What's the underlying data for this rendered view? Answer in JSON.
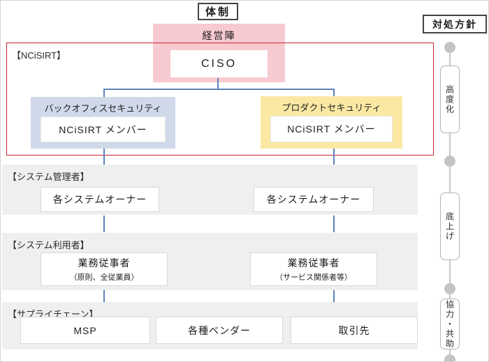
{
  "header": {
    "title": "体制",
    "policy_title": "対処方針"
  },
  "management": {
    "label": "経営陣",
    "ciso": "CISO"
  },
  "ncisirt": {
    "label": "【NCiSIRT】",
    "teams": [
      {
        "title": "バックオフィスセキュリティ",
        "member": "NCiSIRT メンバー"
      },
      {
        "title": "プロダクトセキュリティ",
        "member": "NCiSIRT メンバー"
      }
    ]
  },
  "sections": [
    {
      "label": "【システム管理者】",
      "boxes": [
        {
          "title": "各システムオーナー"
        },
        {
          "title": "各システムオーナー"
        }
      ]
    },
    {
      "label": "【システム利用者】",
      "boxes": [
        {
          "title": "業務従事者",
          "subtitle": "（原則、全従業員）"
        },
        {
          "title": "業務従事者",
          "subtitle": "（サービス関係者等）"
        }
      ]
    },
    {
      "label": "【サプライチェーン】",
      "boxes": [
        {
          "title": "MSP"
        },
        {
          "title": "各種ベンダー"
        },
        {
          "title": "取引先"
        }
      ]
    }
  ],
  "policy_rail": {
    "items": [
      "高度化",
      "底上げ",
      "協力・共助"
    ]
  },
  "colors": {
    "frame_red": "#cc2430",
    "management_pink": "#f7cad1",
    "backoffice_blue": "#cfd9ea",
    "product_yellow": "#fbe9a3",
    "connector_blue": "#5b83b8",
    "band_gray": "#efefef",
    "rail_gray": "#c6c6c6"
  }
}
